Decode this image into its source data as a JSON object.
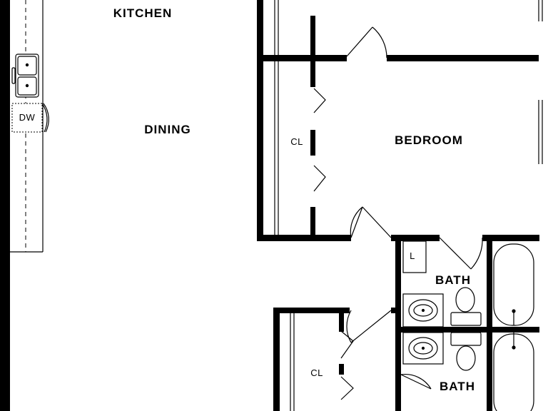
{
  "rooms": {
    "kitchen": "KITCHEN",
    "dining": "DINING",
    "bedroom": "BEDROOM",
    "bath_upper": "BATH",
    "bath_lower": "BATH"
  },
  "fixtures": {
    "dishwasher": "DW",
    "closet_upper": "CL",
    "closet_lower": "CL",
    "linen": "L"
  },
  "colors": {
    "wall": "#000000",
    "background": "#ffffff",
    "fixture_fill": "#ffffff"
  }
}
